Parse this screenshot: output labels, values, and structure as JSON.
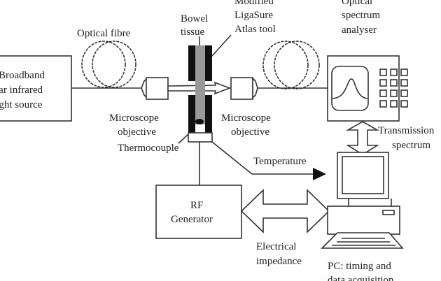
{
  "diagram": {
    "title": "Experimental setup for optical transmission measurement through bowel tissue during RF sealing",
    "labels": {
      "light_source": [
        "Broadband",
        "near infrared",
        "light source"
      ],
      "optical_fibre_left": "Optical fibre",
      "bowel_tissue": [
        "Bowel",
        "tissue"
      ],
      "ligasure_tool": [
        "Modified",
        "LigaSure",
        "Atlas tool"
      ],
      "spectrum_analyser": [
        "Optical",
        "spectrum",
        "analyser"
      ],
      "microscope_left": [
        "Microscope",
        "objective"
      ],
      "microscope_right": [
        "Microscope",
        "objective"
      ],
      "thermocouple": "Thermocouple",
      "temperature": "Temperature",
      "transmission_spectrum": [
        "Transmission",
        "spectrum"
      ],
      "rf_generator": [
        "RF",
        "Generator"
      ],
      "electrical_impedance": [
        "Electrical",
        "impedance"
      ],
      "pc": [
        "PC: timing and",
        "data acquisition"
      ]
    },
    "colors": {
      "line": "#333333",
      "jaw": "#111111",
      "tissue": "#999999",
      "background": "#ffffff"
    }
  }
}
